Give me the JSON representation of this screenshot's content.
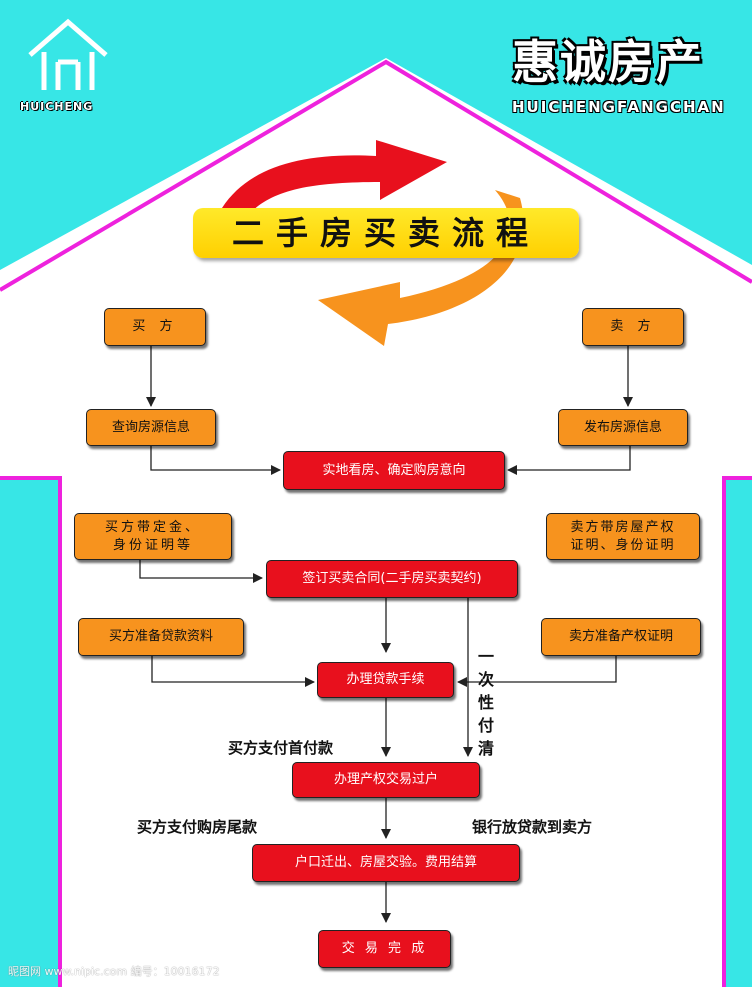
{
  "logo": {
    "icon": "house-icon",
    "text": "HUICHENG"
  },
  "brand": {
    "title": "惠诚房产",
    "subtitle": "HUICHENGFANGCHAN"
  },
  "title": "二手房买卖流程",
  "colors": {
    "background": "#37e6e6",
    "house": "#ffffff",
    "outline": "#ee22dd",
    "orange": "#f7931e",
    "red": "#e8101d",
    "title_bar": "#ffe92a",
    "arrow_red": "#e8101d",
    "arrow_orange": "#f7931e"
  },
  "boxes": {
    "buyer": "买 方",
    "seller": "卖 方",
    "query": "查询房源信息",
    "publish": "发布房源信息",
    "viewing": "实地看房、确定购房意向",
    "buyer_deposit_1": "买方带定金、",
    "buyer_deposit_2": "身份证明等",
    "seller_cert_1": "卖方带房屋产权",
    "seller_cert_2": "证明、身份证明",
    "contract": "签订买卖合同(二手房买卖契约)",
    "buyer_loan_docs": "买方准备贷款资料",
    "seller_prop_cert": "卖方准备产权证明",
    "loan": "办理贷款手续",
    "transfer": "办理产权交易过户",
    "handover": "户口迁出、房屋交验。费用结算",
    "done": "交 易 完 成"
  },
  "notes": {
    "down_payment": "买方支付首付款",
    "final_payment": "买方支付购房尾款",
    "bank_loan": "银行放贷款到卖方",
    "one_time": [
      "一",
      "次",
      "性",
      "付",
      "清"
    ]
  },
  "watermark": "昵图网 www.nipic.com    编号：10016172"
}
